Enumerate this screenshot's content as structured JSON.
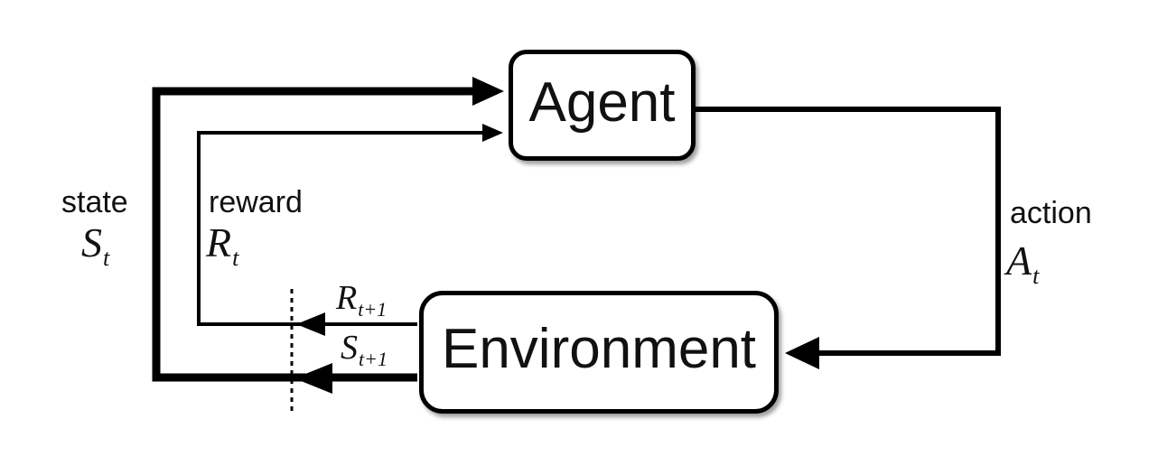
{
  "nodes": {
    "agent": "Agent",
    "environment": "Environment"
  },
  "labels": {
    "state": {
      "word": "state",
      "base": "S",
      "sub": "t"
    },
    "reward": {
      "word": "reward",
      "base": "R",
      "sub": "t"
    },
    "action": {
      "word": "action",
      "base": "A",
      "sub": "t"
    },
    "next_reward": {
      "base": "R",
      "sub": "t+1"
    },
    "next_state": {
      "base": "S",
      "sub": "t+1"
    }
  },
  "edges": [
    {
      "from": "environment",
      "to": "agent",
      "label": "state S_t / S_t+1"
    },
    {
      "from": "environment",
      "to": "agent",
      "label": "reward R_t / R_t+1"
    },
    {
      "from": "agent",
      "to": "environment",
      "label": "action A_t"
    }
  ],
  "colors": {
    "line": "#000000",
    "background": "#ffffff",
    "box_fill": "#ffffff",
    "text": "#111111"
  }
}
